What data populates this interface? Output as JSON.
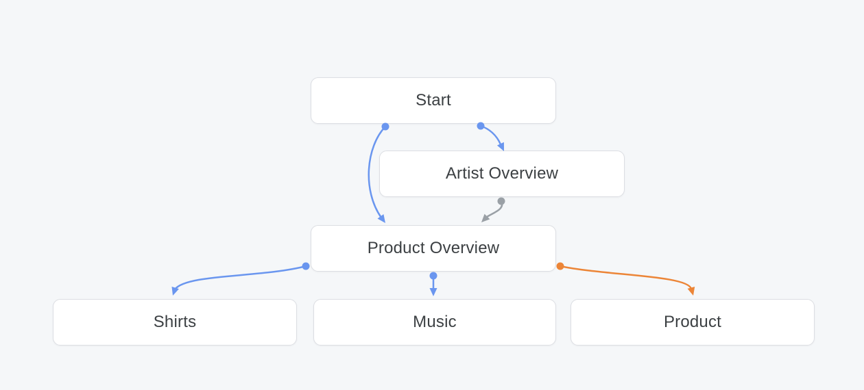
{
  "diagram": {
    "nodes": [
      {
        "id": "start",
        "label": "Start"
      },
      {
        "id": "artist-overview",
        "label": "Artist Overview"
      },
      {
        "id": "product-overview",
        "label": "Product Overview"
      },
      {
        "id": "shirts",
        "label": "Shirts"
      },
      {
        "id": "music",
        "label": "Music"
      },
      {
        "id": "product",
        "label": "Product"
      }
    ],
    "edges": [
      {
        "from": "start",
        "to": "product-overview",
        "color": "#6a96ef"
      },
      {
        "from": "start",
        "to": "artist-overview",
        "color": "#6a96ef"
      },
      {
        "from": "artist-overview",
        "to": "product-overview",
        "color": "#9aa0a6"
      },
      {
        "from": "product-overview",
        "to": "shirts",
        "color": "#6a96ef"
      },
      {
        "from": "product-overview",
        "to": "music",
        "color": "#6a96ef"
      },
      {
        "from": "product-overview",
        "to": "product",
        "color": "#ec8537"
      }
    ],
    "colors": {
      "edge_blue": "#6a96ef",
      "edge_gray": "#9aa0a6",
      "edge_orange": "#ec8537",
      "node_background": "#ffffff",
      "node_border": "#dcdee3",
      "node_text": "#3c4043",
      "canvas_background": "#f5f7f9"
    }
  }
}
